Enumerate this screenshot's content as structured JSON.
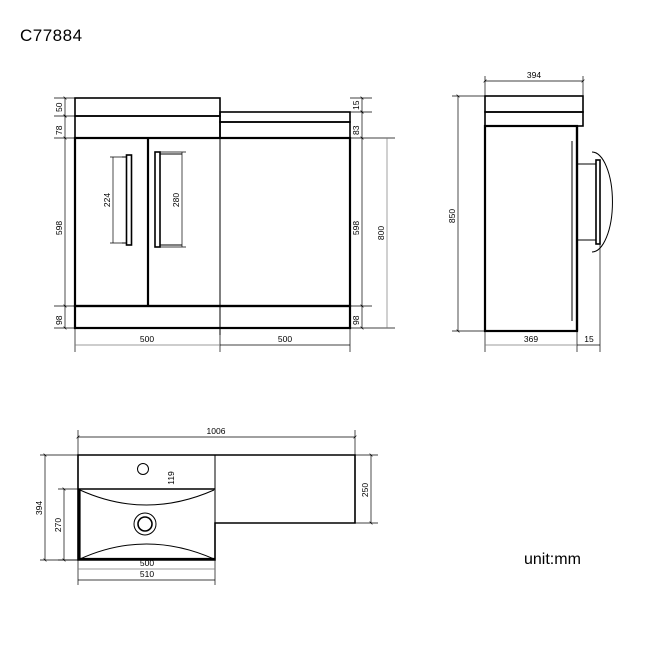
{
  "document": {
    "title": "C77884",
    "unit_label": "unit:mm",
    "drawing_type": "technical-orthographic-drawing",
    "subject": "bathroom vanity unit with basin"
  },
  "views": {
    "front": {
      "name": "front-elevation",
      "dimensions": {
        "basin_top_height": "50",
        "basin_skirt_height": "78",
        "door_height": "598",
        "plinth_height": "98",
        "counter_lip_right": "15",
        "counter_band_right": "83",
        "door_height_right": "598",
        "plinth_height_right": "98",
        "overall_height": "800",
        "left_width": "500",
        "right_width": "500",
        "handle_left_length": "224",
        "handle_right_length": "280"
      }
    },
    "side": {
      "name": "side-elevation",
      "dimensions": {
        "top_depth": "394",
        "overall_height": "850",
        "cabinet_depth": "369",
        "handle_projection": "15"
      }
    },
    "plan": {
      "name": "plan-view",
      "dimensions": {
        "overall_width": "1006",
        "overall_depth": "394",
        "bowl_depth": "270",
        "counter_depth_right": "250",
        "tap_hole_offset": "119",
        "bowl_width": "500",
        "basin_width": "510"
      }
    }
  }
}
